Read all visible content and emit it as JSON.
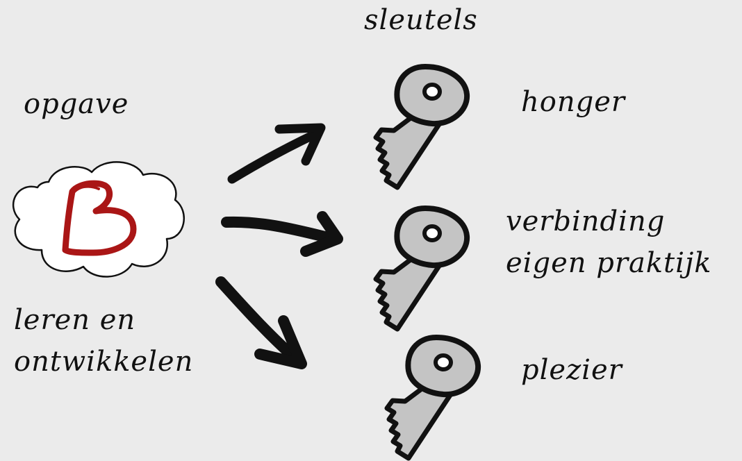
{
  "title": "sleutels",
  "left": {
    "heading": "opgave",
    "caption_line1": "leren en",
    "caption_line2": "ontwikkelen"
  },
  "keys": [
    {
      "label_lines": [
        "honger"
      ]
    },
    {
      "label_lines": [
        "verbinding",
        "eigen praktijk"
      ]
    },
    {
      "label_lines": [
        "plezier"
      ]
    }
  ],
  "colors": {
    "background": "#ebebeb",
    "ink": "#111111",
    "key_fill": "#c4c4c4",
    "heart": "#aa1616",
    "cloud_fill": "#ffffff"
  },
  "icons": {
    "cloud": "cloud-icon",
    "heart": "heart-icon",
    "key": "key-icon",
    "arrow": "arrow-icon"
  }
}
